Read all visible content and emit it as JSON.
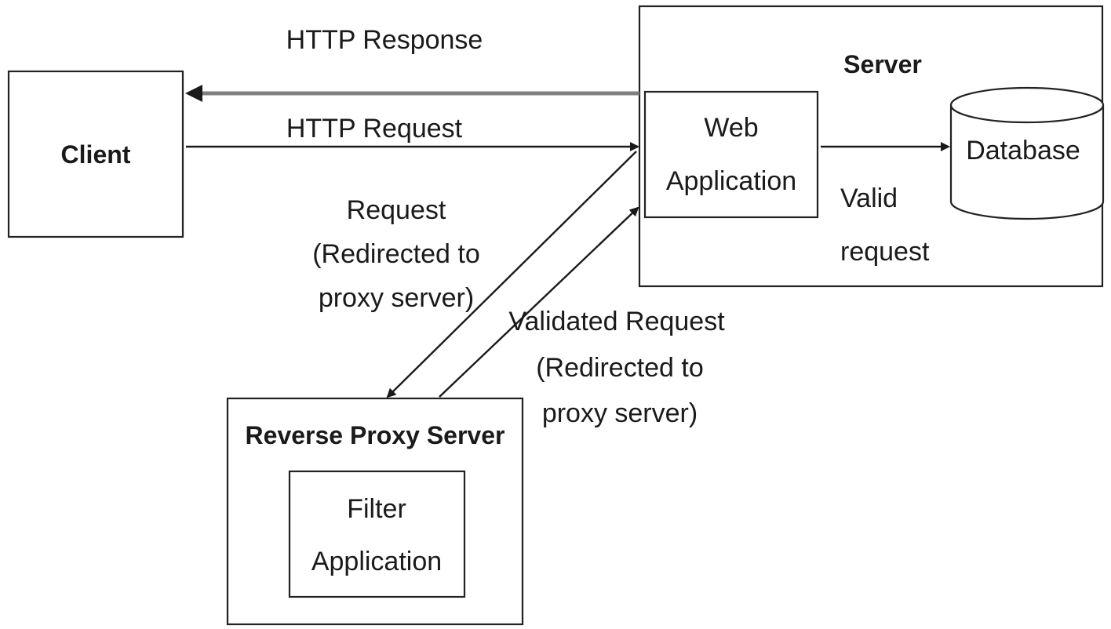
{
  "nodes": {
    "client": "Client",
    "server": "Server",
    "web_app": [
      "Web",
      "Application"
    ],
    "database": "Database",
    "proxy": "Reverse Proxy Server",
    "filter_app": [
      "Filter",
      "Application"
    ]
  },
  "edges": {
    "http_response": "HTTP Response",
    "http_request": "HTTP Request",
    "redirect_request": [
      "Request",
      "(Redirected to",
      "proxy server)"
    ],
    "validated_request": [
      "Validated Request",
      "(Redirected to",
      "proxy server)"
    ],
    "valid_request": [
      "Valid",
      "request"
    ]
  },
  "colors": {
    "line": "#1a1a1a",
    "response_line": "#808080"
  }
}
